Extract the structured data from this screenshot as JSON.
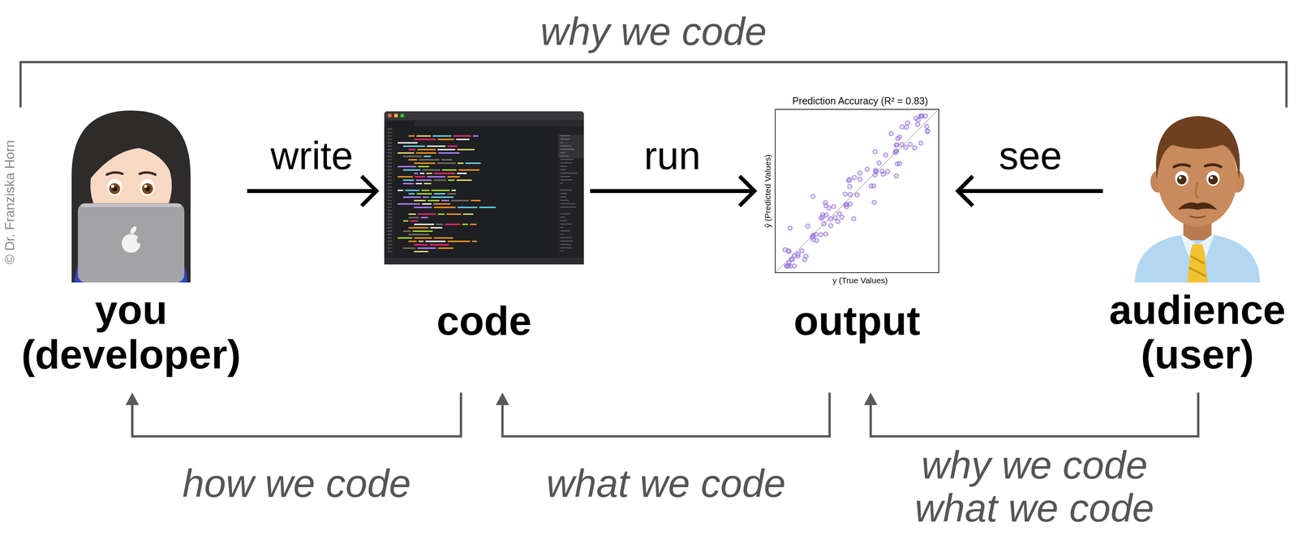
{
  "diagram": {
    "nodes": [
      {
        "text": [
          "you (developer)"
        ]
      },
      {
        "text": [
          "code"
        ]
      },
      {
        "text": [
          "output"
        ]
      },
      {
        "text": [
          "audience (user)"
        ]
      }
    ],
    "edges": [
      {
        "from": 0,
        "to": 1,
        "arrow": "to",
        "label": "write"
      },
      {
        "from": 1,
        "to": 2,
        "arrow": "to",
        "label": "run"
      },
      {
        "from": 3,
        "to": 2,
        "arrow": "to",
        "label": "see"
      },
      {
        "from": 0,
        "to": 3,
        "arrow": "none",
        "label": "why we code"
      },
      {
        "from": 1,
        "to": 0,
        "arrow": "to",
        "label": "how we code"
      },
      {
        "from": 2,
        "to": 1,
        "arrow": "to",
        "label": "what we code"
      },
      {
        "from": 3,
        "to": 2,
        "arrow": "to",
        "label": "why we code what we code"
      }
    ],
    "labels": [
      "© Dr. Franziska Horn",
      "Prediction Accuracy (R² = 0.83)",
      "ŷ (Predicted Values)",
      "y (True Values)"
    ]
  }
}
